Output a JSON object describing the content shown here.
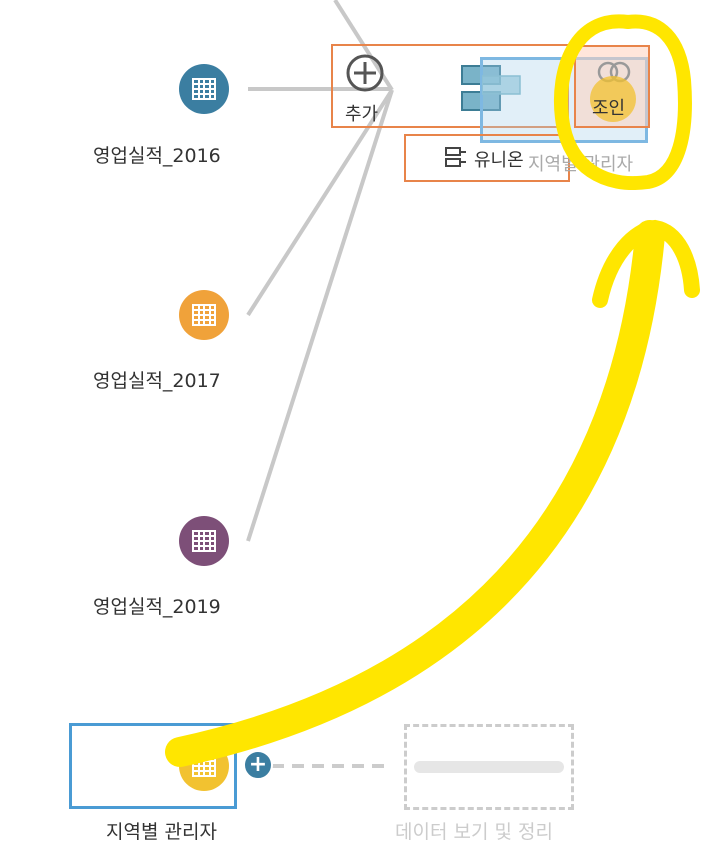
{
  "nodes": [
    {
      "label": "영업실적_2016",
      "color": "#3b7ea1"
    },
    {
      "label": "영업실적_2017",
      "color": "#f0a23a"
    },
    {
      "label": "영업실적_2019",
      "color": "#7d4f78"
    }
  ],
  "dragged_node": {
    "label": "지역별 관리자",
    "color": "#f2c230"
  },
  "drop_targets": {
    "add_label": "추가",
    "union_label": "유니온",
    "join_label": "조인",
    "ghost_label": "지역별 관리자"
  },
  "next_step": {
    "label": "데이터 보기 및 정리",
    "plus_symbol": "+"
  },
  "colors": {
    "highlight_orange": "#e8844a",
    "selection_blue": "#4a9bd4",
    "annotation_yellow": "#ffe600",
    "connector_gray": "#c8c8c8"
  },
  "icons": [
    "table-icon",
    "add-circle-icon",
    "union-icon",
    "join-icon",
    "plus-icon"
  ]
}
